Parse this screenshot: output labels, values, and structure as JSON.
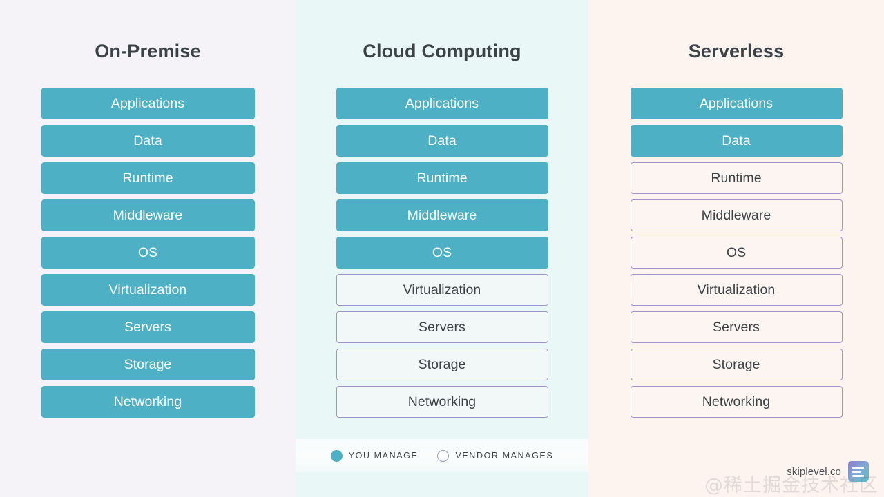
{
  "diagram": {
    "title_color": "#3b4347",
    "managed_color": "#4db0c4",
    "vendor_border_color": "#a194c6",
    "columns": [
      {
        "id": "on-premise",
        "title": "On-Premise",
        "background": "#f5f3f8",
        "layers": [
          {
            "label": "Applications",
            "managed_by": "you"
          },
          {
            "label": "Data",
            "managed_by": "you"
          },
          {
            "label": "Runtime",
            "managed_by": "you"
          },
          {
            "label": "Middleware",
            "managed_by": "you"
          },
          {
            "label": "OS",
            "managed_by": "you"
          },
          {
            "label": "Virtualization",
            "managed_by": "you"
          },
          {
            "label": "Servers",
            "managed_by": "you"
          },
          {
            "label": "Storage",
            "managed_by": "you"
          },
          {
            "label": "Networking",
            "managed_by": "you"
          }
        ]
      },
      {
        "id": "cloud-computing",
        "title": "Cloud Computing",
        "background": "#eaf7f7",
        "layers": [
          {
            "label": "Applications",
            "managed_by": "you"
          },
          {
            "label": "Data",
            "managed_by": "you"
          },
          {
            "label": "Runtime",
            "managed_by": "you"
          },
          {
            "label": "Middleware",
            "managed_by": "you"
          },
          {
            "label": "OS",
            "managed_by": "you"
          },
          {
            "label": "Virtualization",
            "managed_by": "vendor"
          },
          {
            "label": "Servers",
            "managed_by": "vendor"
          },
          {
            "label": "Storage",
            "managed_by": "vendor"
          },
          {
            "label": "Networking",
            "managed_by": "vendor"
          }
        ]
      },
      {
        "id": "serverless",
        "title": "Serverless",
        "background": "#fdf3ef",
        "layers": [
          {
            "label": "Applications",
            "managed_by": "you"
          },
          {
            "label": "Data",
            "managed_by": "you"
          },
          {
            "label": "Runtime",
            "managed_by": "vendor"
          },
          {
            "label": "Middleware",
            "managed_by": "vendor"
          },
          {
            "label": "OS",
            "managed_by": "vendor"
          },
          {
            "label": "Virtualization",
            "managed_by": "vendor"
          },
          {
            "label": "Servers",
            "managed_by": "vendor"
          },
          {
            "label": "Storage",
            "managed_by": "vendor"
          },
          {
            "label": "Networking",
            "managed_by": "vendor"
          }
        ]
      }
    ]
  },
  "legend": {
    "items": [
      {
        "swatch": "filled",
        "label": "YOU MANAGE"
      },
      {
        "swatch": "hollow",
        "label": "VENDOR MANAGES"
      }
    ]
  },
  "brand": {
    "name": "skiplevel.co",
    "logo_icon": "document-lines-icon"
  },
  "watermark": {
    "text": "@稀土掘金技术社区"
  }
}
